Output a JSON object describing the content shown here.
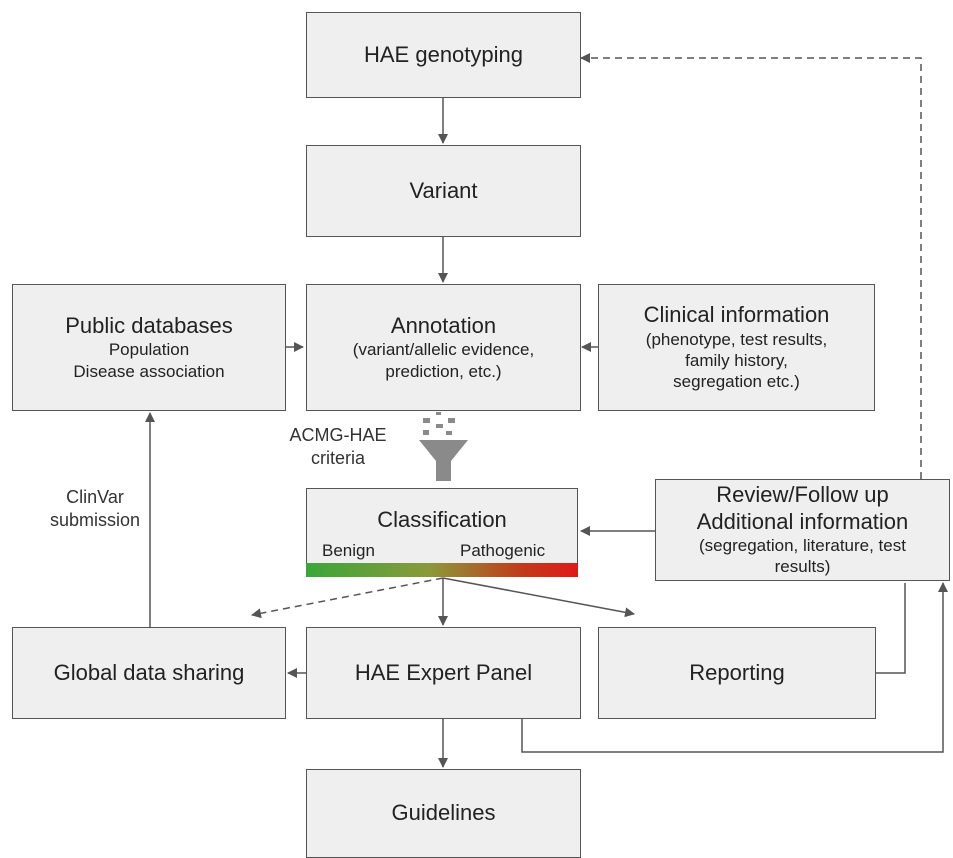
{
  "nodes": {
    "genotyping": {
      "title": "HAE genotyping"
    },
    "variant": {
      "title": "Variant"
    },
    "public_db": {
      "title": "Public databases",
      "lines": [
        "Population",
        "Disease association"
      ]
    },
    "annotation": {
      "title": "Annotation",
      "lines": [
        "(variant/allelic evidence,",
        "prediction, etc.)"
      ]
    },
    "clinical": {
      "title": "Clinical information",
      "lines": [
        "(phenotype, test results,",
        "family history,",
        "segregation etc.)"
      ]
    },
    "review": {
      "title_lines": [
        "Review/Follow up",
        "Additional information"
      ],
      "lines": [
        "(segregation, literature, test",
        "results)"
      ]
    },
    "classification": {
      "title": "Classification",
      "scale_left": "Benign",
      "scale_right": "Pathogenic"
    },
    "global_sharing": {
      "title": "Global data sharing"
    },
    "expert_panel": {
      "title": "HAE Expert Panel"
    },
    "reporting": {
      "title": "Reporting"
    },
    "guidelines": {
      "title": "Guidelines"
    }
  },
  "labels": {
    "acmg": [
      "ACMG-HAE",
      "criteria"
    ],
    "clinvar": [
      "ClinVar",
      "submission"
    ]
  },
  "icons": {
    "filter": "funnel-filter-icon"
  },
  "colors": {
    "box_fill": "#efefef",
    "box_border": "#555555",
    "benign": "#3aa63a",
    "pathogenic": "#e01a1a"
  }
}
